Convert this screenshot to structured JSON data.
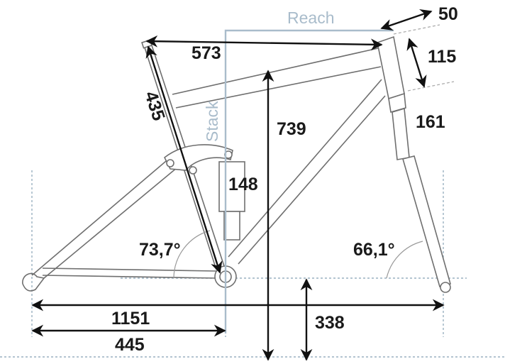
{
  "diagram": {
    "title_reach": "Reach",
    "title_stack": "Stack",
    "measurements": {
      "reach_top_tube": "573",
      "seat_tube": "435",
      "stack": "739",
      "shock": "148",
      "stem_offset": "50",
      "head_tube": "115",
      "fork": "161",
      "seat_angle": "73,7°",
      "head_angle": "66,1°",
      "wheelbase": "1151",
      "chainstay": "445",
      "bb_height": "338"
    },
    "colors": {
      "dimension": "#111111",
      "frame": "#6f6f6f",
      "reach_stack": "#a9bccb"
    }
  }
}
